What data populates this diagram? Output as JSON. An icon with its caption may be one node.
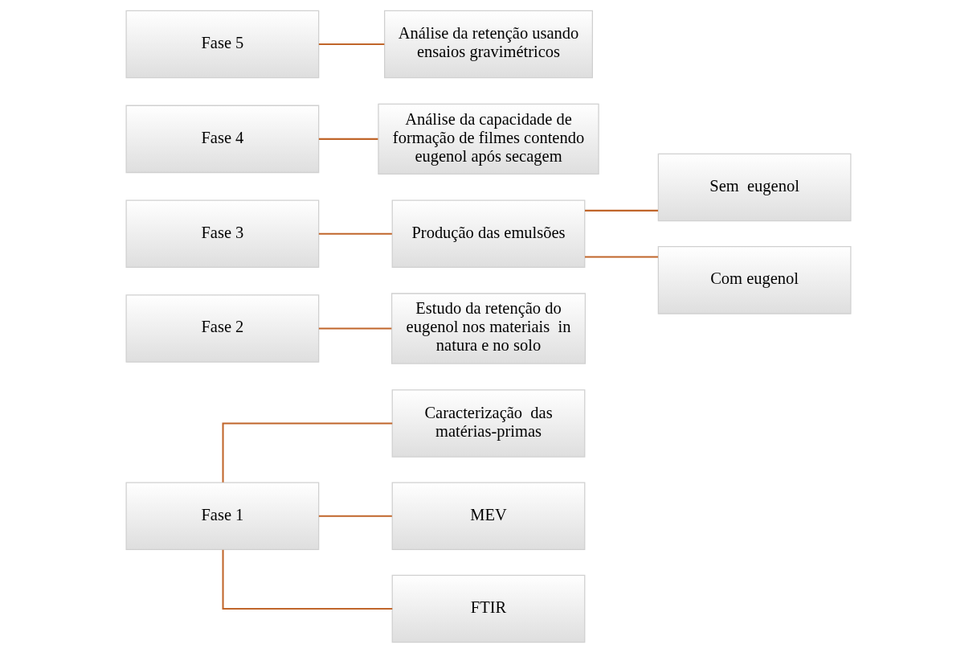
{
  "diagram": {
    "nodes": [
      {
        "text": [
          "Fase 1"
        ]
      },
      {
        "text": [
          "Caracterização  das matérias-primas"
        ]
      },
      {
        "text": [
          "MEV"
        ]
      },
      {
        "text": [
          "FTIR"
        ]
      },
      {
        "text": [
          "Fase 2"
        ]
      },
      {
        "text": [
          "Estudo da retenção do eugenol nos materiais  in natura e no solo"
        ]
      },
      {
        "text": [
          "Fase 3"
        ]
      },
      {
        "text": [
          "Produção das emulsões"
        ]
      },
      {
        "text": [
          "Sem  eugenol"
        ]
      },
      {
        "text": [
          "Com eugenol"
        ]
      },
      {
        "text": [
          "Fase 4"
        ]
      },
      {
        "text": [
          "Análise da capacidade de formação de filmes contendo eugenol após secagem"
        ]
      },
      {
        "text": [
          "Fase 5"
        ]
      },
      {
        "text": [
          "Análise da retenção usando ensaios gravimétricos"
        ]
      }
    ],
    "edges": [
      {
        "from": 0,
        "to": 1,
        "arrow": "none"
      },
      {
        "from": 0,
        "to": 2,
        "arrow": "none"
      },
      {
        "from": 0,
        "to": 3,
        "arrow": "none"
      },
      {
        "from": 4,
        "to": 5,
        "arrow": "none"
      },
      {
        "from": 6,
        "to": 7,
        "arrow": "none"
      },
      {
        "from": 7,
        "to": 8,
        "arrow": "none"
      },
      {
        "from": 7,
        "to": 9,
        "arrow": "none"
      },
      {
        "from": 10,
        "to": 11,
        "arrow": "none"
      },
      {
        "from": 12,
        "to": 13,
        "arrow": "none"
      }
    ]
  }
}
